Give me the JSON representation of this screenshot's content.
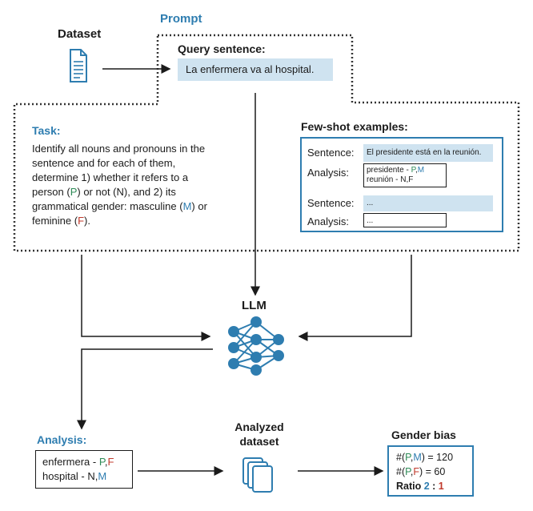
{
  "dataset_label": "Dataset",
  "prompt_label": "Prompt",
  "query": {
    "label": "Query sentence:",
    "sentence": "La enfermera va al hospital."
  },
  "task": {
    "label": "Task:",
    "text_before_p": "Identify all nouns and pronouns in the sentence and for each of them, determine 1) whether it refers to a person (",
    "p": "P",
    "text_between": ") or not (N), and 2) its grammatical gender: masculine (",
    "m": "M",
    "text_between2": ") or feminine (",
    "f": "F",
    "text_end": ")."
  },
  "fewshot": {
    "label": "Few-shot examples:",
    "sentence_label": "Sentence:",
    "analysis_label": "Analysis:",
    "example_sentence": "El presidente está en la reunión.",
    "example_analysis_1_word": "presidente - ",
    "example_analysis_1_p": "P",
    "example_analysis_1_comma": ",",
    "example_analysis_1_m": "M",
    "example_analysis_2": "reunión - N,F",
    "placeholder_sentence": "...",
    "placeholder_analysis": "..."
  },
  "llm_label": "LLM",
  "analysis": {
    "label": "Analysis:",
    "line1_word": "enfermera - ",
    "line1_p": "P",
    "line1_comma": ",",
    "line1_f": "F",
    "line2_word": "hospital - N,",
    "line2_m": "M"
  },
  "analyzed_dataset_label_1": "Analyzed",
  "analyzed_dataset_label_2": "dataset",
  "gender_bias": {
    "label": "Gender bias",
    "l1_pre": "#(",
    "l1_p": "P",
    "l1_comma": ",",
    "l1_m": "M",
    "l1_post": ") = 120",
    "l2_pre": "#(",
    "l2_p": "P",
    "l2_comma": ",",
    "l2_f": "F",
    "l2_post": ") = 60",
    "ratio_label": "Ratio ",
    "ratio_m": "2",
    "ratio_sep": " : ",
    "ratio_f": "1"
  },
  "colors": {
    "accent_blue": "#2e7db0",
    "light_blue": "#cfe3f0",
    "green": "#2e8b57",
    "red": "#c0392b"
  },
  "icons": [
    "document-icon",
    "neural-network-icon",
    "documents-stack-icon"
  ]
}
